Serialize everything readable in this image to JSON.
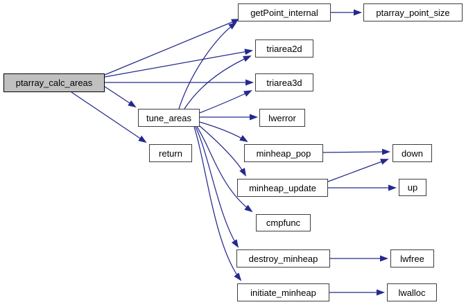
{
  "diagram": {
    "kind": "doxygen-call-graph",
    "root_function": "ptarray_calc_areas"
  },
  "colors": {
    "edge": "#242a8c",
    "node_border": "#3d3d3d",
    "node_fill": "#ffffff",
    "highlight_fill": "#c0c0c0",
    "text": "#000000",
    "background": "#ffffff"
  },
  "nodes": [
    {
      "id": "ptarray_calc_areas",
      "label": "ptarray_calc_areas",
      "highlighted": true
    },
    {
      "id": "getPoint_internal",
      "label": "getPoint_internal",
      "highlighted": false
    },
    {
      "id": "ptarray_point_size",
      "label": "ptarray_point_size",
      "highlighted": false
    },
    {
      "id": "triarea2d",
      "label": "triarea2d",
      "highlighted": false
    },
    {
      "id": "triarea3d",
      "label": "triarea3d",
      "highlighted": false
    },
    {
      "id": "tune_areas",
      "label": "tune_areas",
      "highlighted": false
    },
    {
      "id": "lwerror",
      "label": "lwerror",
      "highlighted": false
    },
    {
      "id": "return",
      "label": "return",
      "highlighted": false
    },
    {
      "id": "minheap_pop",
      "label": "minheap_pop",
      "highlighted": false
    },
    {
      "id": "down",
      "label": "down",
      "highlighted": false
    },
    {
      "id": "minheap_update",
      "label": "minheap_update",
      "highlighted": false
    },
    {
      "id": "up",
      "label": "up",
      "highlighted": false
    },
    {
      "id": "cmpfunc",
      "label": "cmpfunc",
      "highlighted": false
    },
    {
      "id": "destroy_minheap",
      "label": "destroy_minheap",
      "highlighted": false
    },
    {
      "id": "lwfree",
      "label": "lwfree",
      "highlighted": false
    },
    {
      "id": "initiate_minheap",
      "label": "initiate_minheap",
      "highlighted": false
    },
    {
      "id": "lwalloc",
      "label": "lwalloc",
      "highlighted": false
    }
  ],
  "edges": [
    {
      "from": "ptarray_calc_areas",
      "to": "getPoint_internal"
    },
    {
      "from": "ptarray_calc_areas",
      "to": "triarea2d"
    },
    {
      "from": "ptarray_calc_areas",
      "to": "triarea3d"
    },
    {
      "from": "ptarray_calc_areas",
      "to": "tune_areas"
    },
    {
      "from": "ptarray_calc_areas",
      "to": "return"
    },
    {
      "from": "tune_areas",
      "to": "getPoint_internal"
    },
    {
      "from": "tune_areas",
      "to": "triarea2d"
    },
    {
      "from": "tune_areas",
      "to": "triarea3d"
    },
    {
      "from": "tune_areas",
      "to": "lwerror"
    },
    {
      "from": "tune_areas",
      "to": "minheap_pop"
    },
    {
      "from": "tune_areas",
      "to": "minheap_update"
    },
    {
      "from": "tune_areas",
      "to": "cmpfunc"
    },
    {
      "from": "tune_areas",
      "to": "destroy_minheap"
    },
    {
      "from": "tune_areas",
      "to": "initiate_minheap"
    },
    {
      "from": "getPoint_internal",
      "to": "ptarray_point_size"
    },
    {
      "from": "minheap_pop",
      "to": "down"
    },
    {
      "from": "minheap_update",
      "to": "down"
    },
    {
      "from": "minheap_update",
      "to": "up"
    },
    {
      "from": "destroy_minheap",
      "to": "lwfree"
    },
    {
      "from": "initiate_minheap",
      "to": "lwalloc"
    }
  ]
}
